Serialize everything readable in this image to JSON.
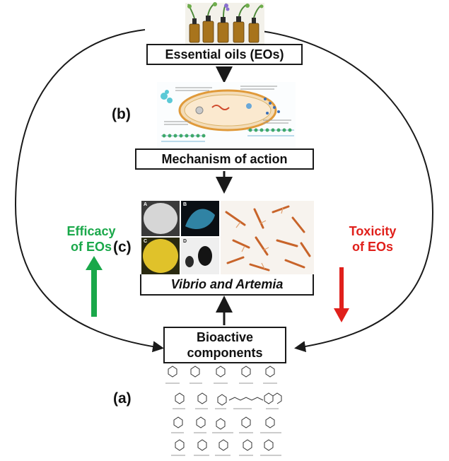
{
  "boxes": {
    "essential_oils": "Essential oils (EOs)",
    "mechanism": "Mechanism of action",
    "vibrio_artemia": "Vibrio and Artemia",
    "bioactive_line1": "Bioactive",
    "bioactive_line2": "components"
  },
  "panels": {
    "a": "(a)",
    "b": "(b)",
    "c": "(c)"
  },
  "side": {
    "efficacy_line1": "Efficacy",
    "efficacy_line2": "of EOs",
    "toxicity_line1": "Toxicity",
    "toxicity_line2": "of EOs"
  },
  "micrograph_tiles": {
    "a": "A",
    "b": "B",
    "c": "C",
    "d": "D"
  },
  "colors": {
    "efficacy_green": "#1aa84a",
    "toxicity_red": "#e0201b",
    "outline": "#1a1a1a",
    "oil_amber": "#a8741c"
  }
}
